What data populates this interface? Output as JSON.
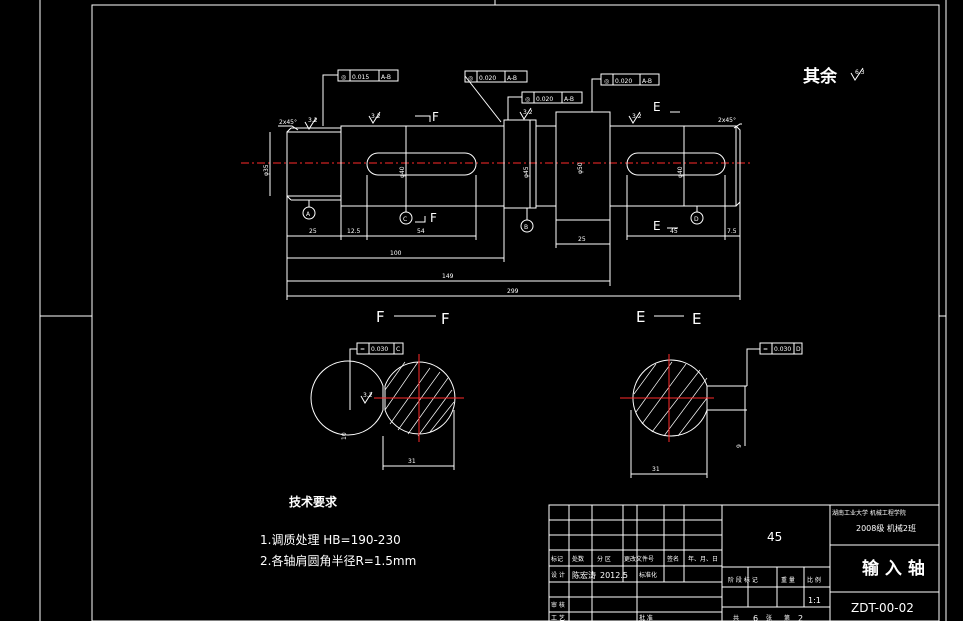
{
  "colors": {
    "background": "#000000",
    "line": "#ffffff",
    "center_line": "#ff2a2a"
  },
  "remaining_roughness": {
    "label": "其余",
    "value": "6.3"
  },
  "roughness": {
    "r1": "3.2",
    "r2": "3.2",
    "r3": "3.2",
    "r4": "3.2",
    "r5": "3.2"
  },
  "tolerances": {
    "t1": {
      "symbol": "◎",
      "value": "0.015",
      "datum": "A-B"
    },
    "t2": {
      "symbol": "◎",
      "value": "0.020",
      "datum": "A-B"
    },
    "t3": {
      "symbol": "◎",
      "value": "0.020",
      "datum": "A-B"
    },
    "t4": {
      "symbol": "◎",
      "value": "0.020",
      "datum": "A-B"
    },
    "sec_f": {
      "symbol": "=",
      "value": "0.030",
      "datum": "C"
    },
    "sec_e": {
      "symbol": "=",
      "value": "0.030",
      "datum": "D"
    }
  },
  "chamfers": {
    "left": "2x45°",
    "right": "2x45°"
  },
  "datums": {
    "a": "A",
    "b": "B",
    "c": "C",
    "d": "D"
  },
  "section_marks": {
    "f_top": "F",
    "f_bottom": "F",
    "e_top": "E",
    "e_bottom": "E"
  },
  "dimensions": {
    "d25": "25",
    "d12_5": "12.5",
    "d54": "54",
    "d25b": "25",
    "d45": "45",
    "d7_5": "7.5",
    "d100": "100",
    "d149": "149",
    "d299": "299",
    "dia_left": "φ35",
    "dia_key1": "φ40",
    "dia_mid": "φ45",
    "dia_collar": "φ50",
    "dia_key2": "φ40",
    "sec_f_width": "31",
    "sec_f_height": "10",
    "sec_e_width": "31",
    "sec_e_height": "9"
  },
  "section_views": {
    "f_label_left": "F",
    "f_label_right": "F",
    "e_label_left": "E",
    "e_label_right": "E"
  },
  "tech_requirements": {
    "title": "技术要求",
    "item1": "1.调质处理 HB=190-230",
    "item2": "2.各轴肩圆角半径R=1.5mm"
  },
  "title_block": {
    "material": "45",
    "school": "湖南工业大学 机械工程学院",
    "class_name": "2008级 机械2班",
    "part_name": "输 入 轴",
    "drawing_no": "ZDT-00-02",
    "scale": "1:1",
    "sheets_total": "6",
    "sheet_no": "2",
    "row_labels": {
      "marks": "标记",
      "count": "处数",
      "zone": "分 区",
      "change_doc": "更改文件号",
      "signature": "签名",
      "date": "年、月、日",
      "designer": "设 计",
      "designer_name": "陈宏涛",
      "design_date": "2012.5",
      "standardization": "标准化",
      "stage_mark": "阶 段 标 记",
      "weight": "重 量",
      "ratio": "比 例",
      "review": "审 核",
      "process": "工 艺",
      "approve": "批 准",
      "sheets_total_label": "共",
      "sheets_label": "张",
      "sheet_no_label": "第"
    }
  }
}
